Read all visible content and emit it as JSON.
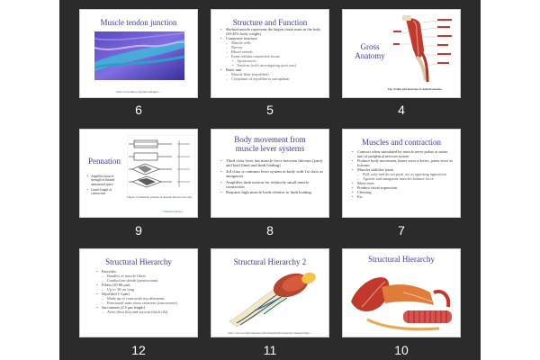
{
  "colors": {
    "background": "#2b2b2b",
    "slide": "#ffffff",
    "title": "#3b3aa6",
    "number": "#ffffff"
  },
  "slides": [
    {
      "number": "6",
      "title": "Muscle tendon junction",
      "image": "micrograph-image",
      "url": "http://www.hkcp.org/histo/images/..."
    },
    {
      "number": "5",
      "title": "Structure and Function",
      "bullets": [
        {
          "level": 1,
          "text": "Skeletal muscle represents the largest tissue mass in the body (40-45% body weight)"
        },
        {
          "level": 1,
          "text": "Composite structure"
        },
        {
          "level": 2,
          "text": "Muscle cells"
        },
        {
          "level": 2,
          "text": "Nerves"
        },
        {
          "level": 2,
          "text": "Blood vessels"
        },
        {
          "level": 2,
          "text": "Extra cellular connective tissue"
        },
        {
          "level": 3,
          "text": "Aponeurosis"
        },
        {
          "level": 3,
          "text": "Tendons (with investigating junctions)"
        },
        {
          "level": 1,
          "text": "Basic unit"
        },
        {
          "level": 2,
          "text": "Muscle fiber (myofiber)"
        },
        {
          "level": 2,
          "text": "Cytoplasm of myofiber is sarcoplasm"
        }
      ]
    },
    {
      "number": "4",
      "title": "Gross Anatomy",
      "image": "arm-muscle-anatomy-illustration",
      "caption": "Fig.    Origin and insertion of skeletal muscles."
    },
    {
      "number": "9",
      "title": "Pennation",
      "bullets": [
        {
          "level": 1,
          "text": "Amplifies muscle strength in limited anatomical space"
        },
        {
          "level": 1,
          "text": "Limits length of contraction"
        }
      ],
      "image": "pennation-diagrams",
      "caption": "Figure 2. Pennation patterns of skeletal muscle (see text)",
      "footer": "© Human Kinetics"
    },
    {
      "number": "8",
      "title": "Body movement from muscle lever systems",
      "bullets": [
        {
          "level": 1,
          "text": "Third class lever has muscle force between fulcrum (joint) and load (limb and limb loading)"
        },
        {
          "level": 1,
          "text": "3rd class is common lever system in body with 1st class as antagonist"
        },
        {
          "level": 1,
          "text": "Amplifies limb motion for relatively small muscle contraction"
        },
        {
          "level": 1,
          "text": "Requires high muscle loads relative to limb loading"
        }
      ]
    },
    {
      "number": "7",
      "title": "Muscles and contraction",
      "bullets": [
        {
          "level": 1,
          "text": "Contract when stimulated by muscle nerve pulses at motor unit of peripheral nervous system"
        },
        {
          "level": 1,
          "text": "Produce body movement, bones serve a levers, joints serve as fulcrum"
        },
        {
          "level": 1,
          "text": "Muscles stabilize joints"
        },
        {
          "level": 2,
          "text": "Pull, only and do not push, act as opposing opposition"
        },
        {
          "level": 2,
          "text": "Agonist and antagonist muscles balance force"
        },
        {
          "level": 1,
          "text": "Move eyes"
        },
        {
          "level": 1,
          "text": "Produce facial expression"
        },
        {
          "level": 1,
          "text": "Chewing"
        },
        {
          "level": 1,
          "text": "Etc."
        }
      ]
    },
    {
      "number": "12",
      "title": "Structural Hierarchy",
      "bullets": [
        {
          "level": 1,
          "text": "Fascicles"
        },
        {
          "level": 2,
          "text": "Bundles of muscle fibers"
        },
        {
          "level": 2,
          "text": "Conduction sheath (perimysium)"
        },
        {
          "level": 1,
          "text": "Fibers (10-80 μm)"
        },
        {
          "level": 2,
          "text": "Up to 30 cm long"
        },
        {
          "level": 1,
          "text": "Myofibril (~1μm)"
        },
        {
          "level": 2,
          "text": "Made up of contractile myofilaments"
        },
        {
          "level": 2,
          "text": "Functional units show striations (sarcomeres)"
        },
        {
          "level": 1,
          "text": "Sarcomeres (2.5 μm length)"
        },
        {
          "level": 2,
          "text": "Actin (thin fila) and myosin (thick fila)"
        }
      ]
    },
    {
      "number": "11",
      "title": "Structural Hierarchy 2",
      "image": "muscle-bundle-illustration",
      "url": "http://www.ucmp.berkeley.edu/museum/mn/anatomy/skeletal/figs/..."
    },
    {
      "number": "10",
      "title": "Structural Hierarchy",
      "image": "muscle-fiber-illustration"
    }
  ]
}
